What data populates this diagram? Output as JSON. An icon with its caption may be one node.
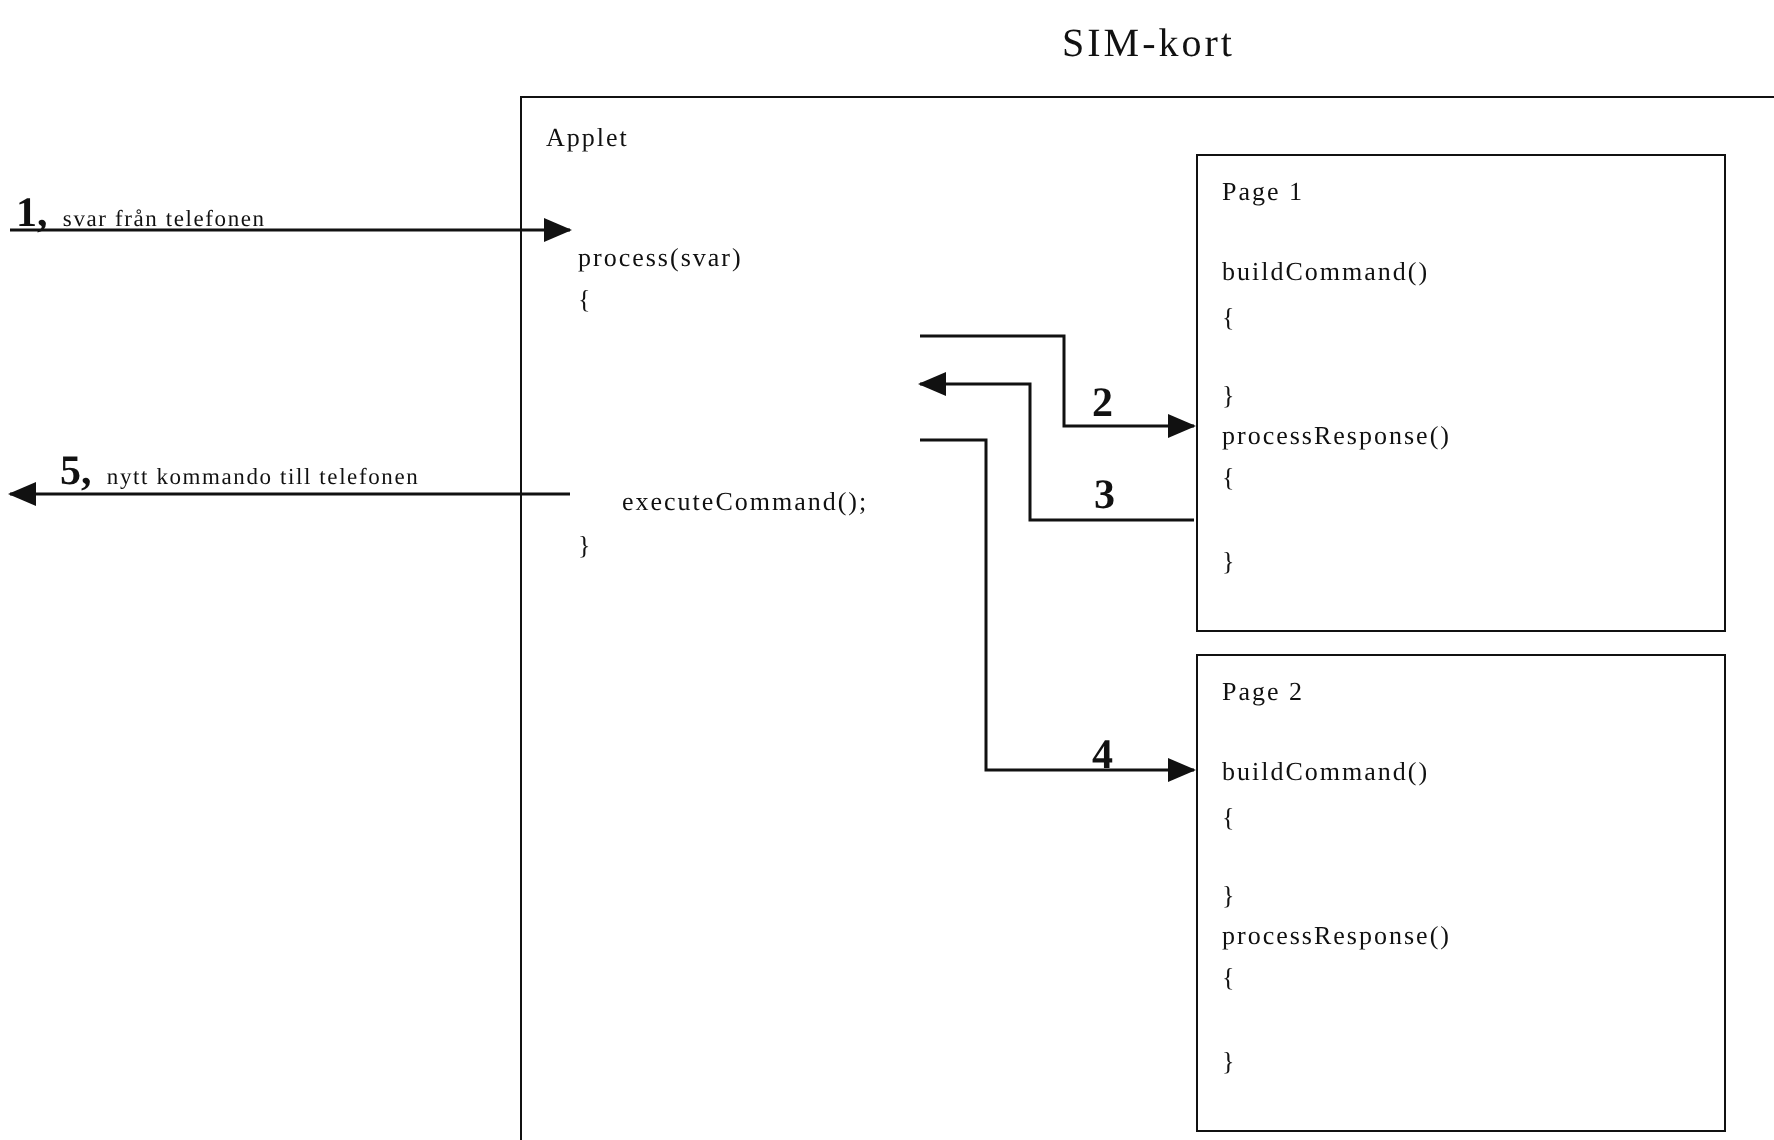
{
  "diagram": {
    "nodes": [
      {
        "text": [
          "SIM-kort",
          "Applet"
        ]
      },
      {
        "text": [
          "process(svar)",
          "{",
          "executeCommand();",
          "}"
        ],
        "in": 0
      },
      {
        "text": [
          "Page 1",
          "buildCommand()",
          "{",
          "}",
          "processResponse()",
          "{",
          "}"
        ],
        "in": 0
      },
      {
        "text": [
          "Page 2",
          "buildCommand()",
          "{",
          "}",
          "processResponse()",
          "{",
          "}"
        ],
        "in": 0
      }
    ],
    "edges": [
      {
        "from": null,
        "to": 1,
        "arrow": "to",
        "label": "**1,** svar från telefonen"
      },
      {
        "from": 1,
        "to": 2,
        "arrow": "to",
        "label": "2"
      },
      {
        "from": 2,
        "to": 1,
        "arrow": "to",
        "label": "3"
      },
      {
        "from": 1,
        "to": 3,
        "arrow": "to",
        "label": "4"
      },
      {
        "from": 1,
        "to": null,
        "arrow": "to",
        "label": "**5,** nytt kommando till telefonen"
      }
    ]
  }
}
